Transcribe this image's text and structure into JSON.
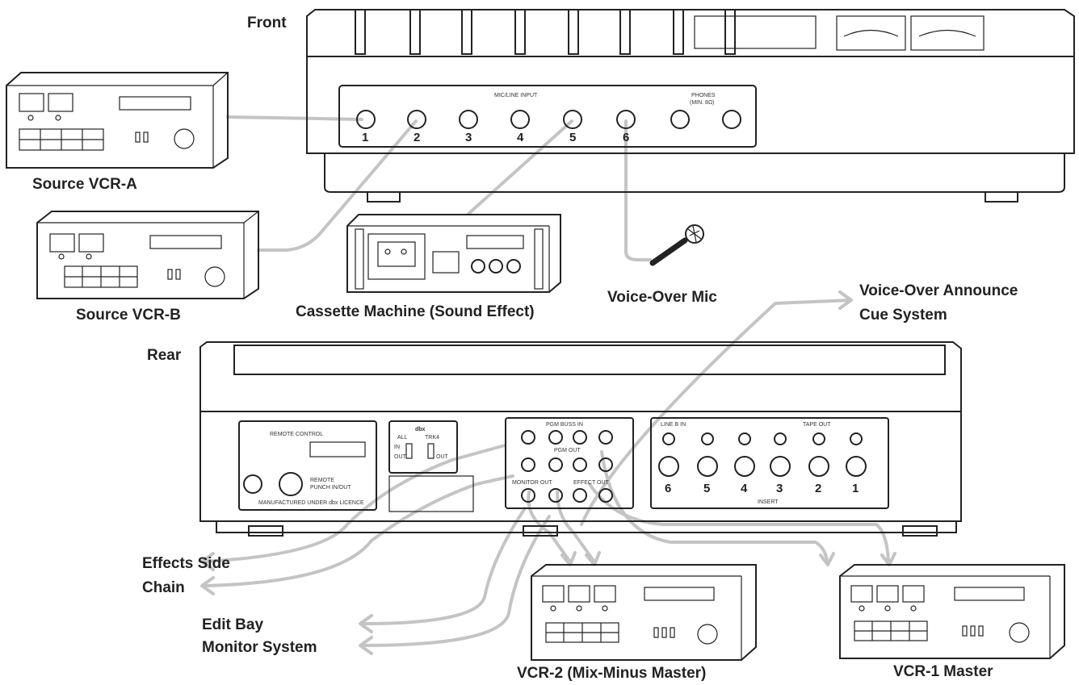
{
  "labels": {
    "front": "Front",
    "rear": "Rear",
    "source_vcr_a": "Source VCR-A",
    "source_vcr_b": "Source VCR-B",
    "cassette": "Cassette Machine (Sound Effect)",
    "voice_mic": "Voice-Over Mic",
    "announce_1": "Voice-Over Announce",
    "announce_2": "Cue System",
    "effects_1": "Effects Side",
    "effects_2": "Chain",
    "edit_bay_1": "Edit Bay",
    "edit_bay_2": "Monitor System",
    "vcr2": "VCR-2 (Mix-Minus Master)",
    "vcr1": "VCR-1 Master"
  },
  "front_panel": {
    "mic_line_input": "MIC/LINE INPUT",
    "phones": "PHONES",
    "phones_sub": "(MIN. 8Ω)",
    "input_numbers": [
      "1",
      "2",
      "3",
      "4",
      "5",
      "6"
    ]
  },
  "rear_panel": {
    "remote_control": "REMOTE CONTROL",
    "remote_punch_1": "REMOTE",
    "remote_punch_2": "PUNCH IN/OUT",
    "manufactured": "MANUFACTURED UNDER dbx LICENCE",
    "dbx": "dbx",
    "all": "ALL",
    "trk4": "TRK4",
    "in": "IN",
    "out": "OUT",
    "pgm_buss_in": "PGM BUSS IN",
    "pgm_out": "PGM OUT",
    "monitor_out": "MONITOR OUT",
    "effect_out": "EFFECT OUT",
    "line_b_in": "LINE B IN",
    "tape_out": "TAPE OUT",
    "insert": "INSERT",
    "insert_numbers": [
      "6",
      "5",
      "4",
      "3",
      "2",
      "1"
    ]
  },
  "colors": {
    "cable": "#c4c4c4",
    "ink": "#222222"
  }
}
